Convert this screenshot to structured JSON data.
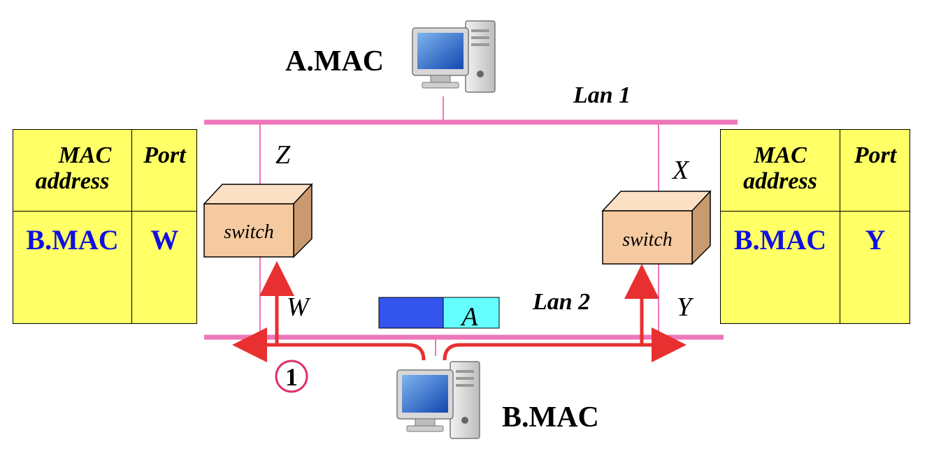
{
  "hosts": {
    "a": {
      "label": "A.MAC",
      "icon": "desktop-computer-icon"
    },
    "b": {
      "label": "B.MAC",
      "icon": "desktop-computer-icon"
    }
  },
  "lans": {
    "lan1": "Lan 1",
    "lan2": "Lan 2"
  },
  "switches": {
    "left": {
      "label": "switch",
      "top_port": "Z",
      "bottom_port": "W"
    },
    "right": {
      "label": "switch",
      "top_port": "X",
      "bottom_port": "Y"
    }
  },
  "tables": {
    "left": {
      "headers": {
        "mac_line1": "MAC",
        "mac_line2": "address",
        "port": "Port"
      },
      "rows": [
        {
          "mac": "B.MAC",
          "port": "W"
        }
      ]
    },
    "right": {
      "headers": {
        "mac_line1": "MAC",
        "mac_line2": "address",
        "port": "Port"
      },
      "rows": [
        {
          "mac": "B.MAC",
          "port": "Y"
        }
      ]
    }
  },
  "frame": {
    "payload": "A"
  },
  "step": {
    "number": "1"
  },
  "colors": {
    "lan_line": "#ee77bb",
    "arrow": "#e83030",
    "table_bg": "#ffff66",
    "table_value": "#1010e0",
    "switch_front": "#f6caa0",
    "frame_header": "#3355ee",
    "frame_payload": "#66ffff"
  }
}
